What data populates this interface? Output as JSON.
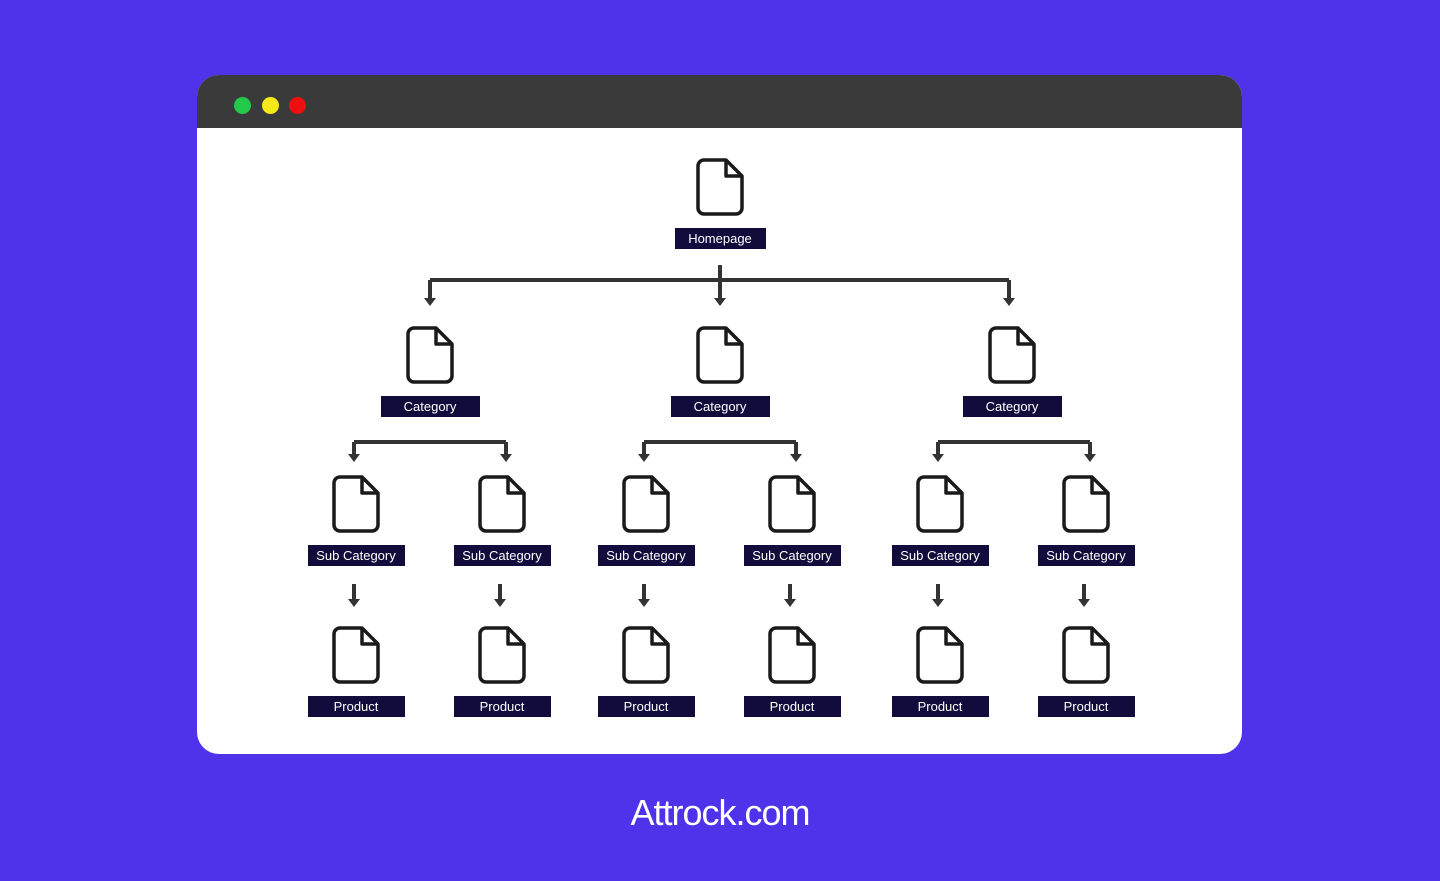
{
  "window": {
    "controls": [
      {
        "name": "green-dot",
        "color": "#22c94a"
      },
      {
        "name": "yellow-dot",
        "color": "#f5e91a"
      },
      {
        "name": "red-dot",
        "color": "#ee1010"
      }
    ]
  },
  "diagram": {
    "root": "Homepage",
    "categories": [
      {
        "label": "Category",
        "children": [
          {
            "label": "Sub Category",
            "product": "Product"
          },
          {
            "label": "Sub Category",
            "product": "Product"
          }
        ]
      },
      {
        "label": "Category",
        "children": [
          {
            "label": "Sub Category",
            "product": "Product"
          },
          {
            "label": "Sub Category",
            "product": "Product"
          }
        ]
      },
      {
        "label": "Category",
        "children": [
          {
            "label": "Sub Category",
            "product": "Product"
          },
          {
            "label": "Sub Category",
            "product": "Product"
          }
        ]
      }
    ]
  },
  "footer": {
    "brand": "Attrock.com"
  }
}
